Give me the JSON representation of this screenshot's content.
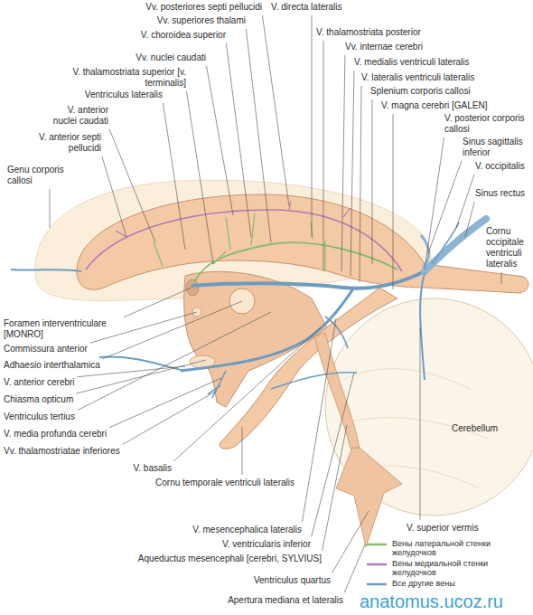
{
  "diagram": {
    "labels": [
      "Vv. posteriores septi pellucidi",
      "V. directa lateralis",
      "Vv. superiores thalami",
      "V. thalamostriata posterior",
      "V. choroidea superior",
      "Vv. internae cerebri",
      "Vv. nuclei caudati",
      "V. medialis ventriculi lateralis",
      "V. thalamostriata superior [v. terminalis]",
      "Ventriculus lateralis",
      "V. lateralis ventriculi lateralis",
      "Splenium corporis callosi",
      "V. anterior nuclei caudati",
      "V. magna cerebri [GALEN]",
      "V. posterior corporis callosi",
      "V. anterior septi pellucidi",
      "Sinus sagittalis inferior",
      "Genu corporis callosi",
      "V. occipitalis",
      "Sinus rectus",
      "Cornu occipitale ventriculi lateralis",
      "Cerebellum",
      "Foramen interventriculare [MONRO]",
      "Commissura anterior",
      "Adhaesio interthalamica",
      "V. anterior cerebri",
      "Chiasma opticum",
      "Ventriculus tertius",
      "V. media profunda cerebri",
      "Vv. thalamostriatae inferiores",
      "V. basalis",
      "Cornu temporale ventriculi lateralis",
      "V. mesencephalica lateralis",
      "V. ventricularis inferior",
      "Aqueductus mesencephali [cerebri, SYLVIUS]",
      "Ventriculus quartus",
      "Apertura mediana et lateralis",
      "V. superior vermis",
      "anatomus.ucoz.ru"
    ],
    "legend": [
      {
        "text": "Вены латеральной стенки желудочков"
      },
      {
        "text": "Вены медиальной стенки желудочков"
      },
      {
        "text": "Все другие вены"
      }
    ]
  }
}
